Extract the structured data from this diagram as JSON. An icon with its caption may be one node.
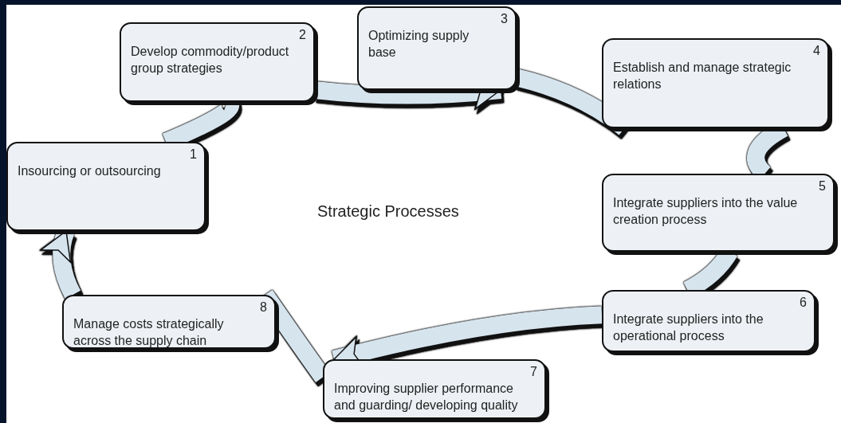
{
  "diagram": {
    "nodes": [
      {
        "text": [
          "Insourcing or outsourcing",
          "1"
        ]
      },
      {
        "text": [
          "Develop commodity/product group strategies",
          "2"
        ]
      },
      {
        "text": [
          "Optimizing supply base",
          "3"
        ]
      },
      {
        "text": [
          "Establish and manage strategic relations",
          "4"
        ]
      },
      {
        "text": [
          "Integrate suppliers into the value creation process",
          "5"
        ]
      },
      {
        "text": [
          "Integrate suppliers into the operational process",
          "6"
        ]
      },
      {
        "text": [
          "Improving supplier performance and guarding/ developing quality",
          "7"
        ]
      },
      {
        "text": [
          "Manage costs strategically across the supply chain",
          "8"
        ]
      }
    ],
    "edges": [
      {
        "from": 0,
        "to": 1,
        "arrow": "none"
      },
      {
        "from": 1,
        "to": 2,
        "arrow": "to"
      },
      {
        "from": 2,
        "to": 3,
        "arrow": "none"
      },
      {
        "from": 3,
        "to": 4,
        "arrow": "none"
      },
      {
        "from": 4,
        "to": 5,
        "arrow": "none"
      },
      {
        "from": 5,
        "to": 6,
        "arrow": "to"
      },
      {
        "from": 6,
        "to": 7,
        "arrow": "none"
      },
      {
        "from": 7,
        "to": 0,
        "arrow": "to"
      }
    ],
    "labels": [
      "Strategic Processes"
    ]
  }
}
